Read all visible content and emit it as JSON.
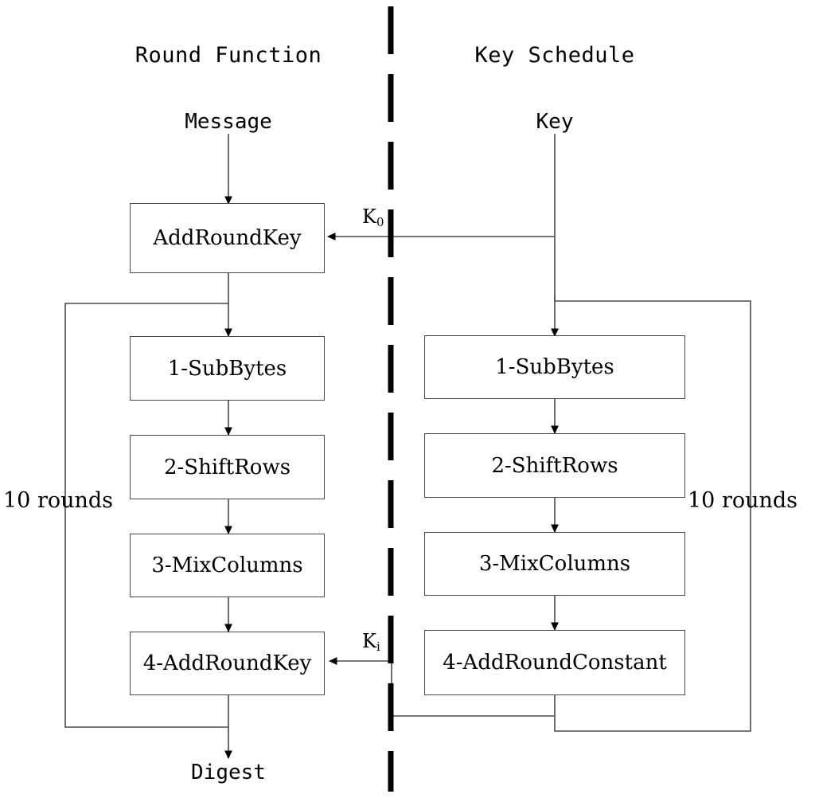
{
  "diagram": {
    "title_left": "Round Function",
    "title_right": "Key Schedule",
    "divider": "vertical-dashed-separator",
    "columns": {
      "round_function": {
        "input_label": "Message",
        "output_label": "Digest",
        "loop_label": "10 rounds",
        "boxes": [
          {
            "label": "AddRoundKey"
          },
          {
            "label": "1-SubBytes"
          },
          {
            "label": "2-ShiftRows"
          },
          {
            "label": "3-MixColumns"
          },
          {
            "label": "4-AddRoundKey"
          }
        ]
      },
      "key_schedule": {
        "input_label": "Key",
        "loop_label": "10 rounds",
        "boxes": [
          {
            "label": "1-SubBytes"
          },
          {
            "label": "2-ShiftRows"
          },
          {
            "label": "3-MixColumns"
          },
          {
            "label": "4-AddRoundConstant"
          }
        ]
      }
    },
    "key_edges": [
      {
        "label": "K",
        "subscript": "0"
      },
      {
        "label": "K",
        "subscript": "i"
      }
    ],
    "colors": {
      "stroke": "#4a4a4a",
      "text": "#000000",
      "background": "#ffffff",
      "divider": "#000000"
    }
  }
}
